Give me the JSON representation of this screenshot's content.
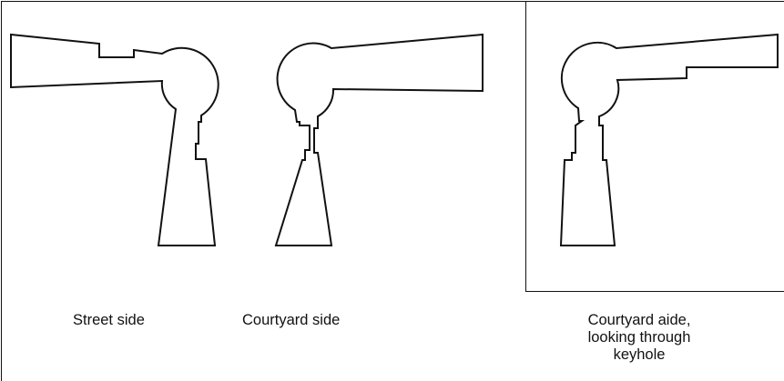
{
  "captions": {
    "street_side": "Street side",
    "courtyard_side": "Courtyard side",
    "keyhole_view": {
      "line1": "Courtyard aide,",
      "line2": "looking through",
      "line3": "keyhole"
    }
  },
  "figures": [
    {
      "id": "street-side",
      "shape": "keyhole-cross-section",
      "label_ref": "captions.street_side"
    },
    {
      "id": "courtyard-side",
      "shape": "keyhole-cross-section",
      "label_ref": "captions.courtyard_side"
    },
    {
      "id": "keyhole-view",
      "shape": "keyhole-cross-section",
      "label_ref": "captions.keyhole_view"
    }
  ]
}
